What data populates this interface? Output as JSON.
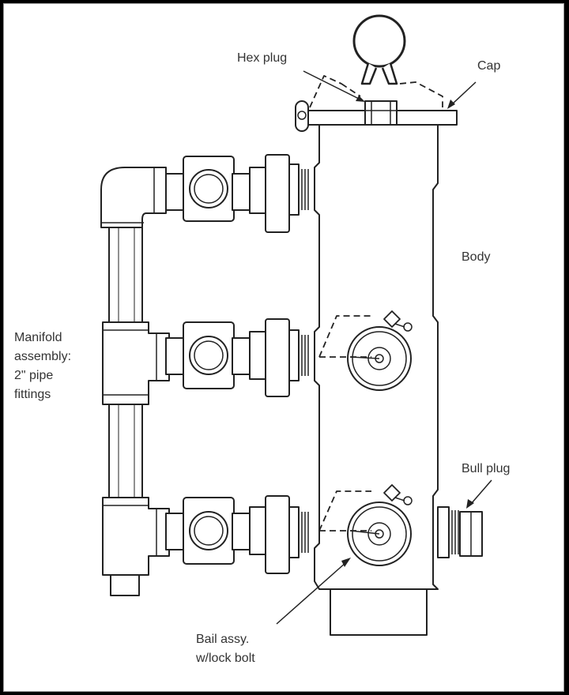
{
  "labels": {
    "hex_plug": "Hex plug",
    "cap": "Cap",
    "body": "Body",
    "manifold_line1": "Manifold",
    "manifold_line2": "assembly:",
    "manifold_line3": "2\" pipe",
    "manifold_line4": "fittings",
    "bull_plug": "Bull plug",
    "bail_line1": "Bail assy.",
    "bail_line2": "w/lock bolt"
  },
  "colors": {
    "line": "#222222",
    "fill": "#ffffff",
    "background": "#ffffff",
    "border": "#000000"
  }
}
